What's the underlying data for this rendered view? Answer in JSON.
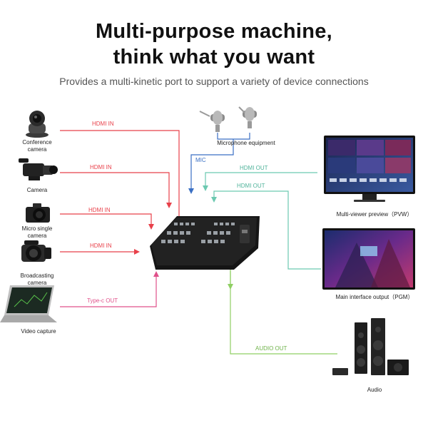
{
  "header": {
    "title_line1": "Multi-purpose machine,",
    "title_line2": "think what you want",
    "subtitle": "Provides a multi-kinetic port to support a variety of device connections"
  },
  "devices": {
    "conference_camera": "Conference\ncamera",
    "camera": "Camera",
    "micro_single_camera": "Micro single\ncamera",
    "broadcasting_camera": "Broadcasting\ncamera",
    "video_capture": "Video capture",
    "microphone": "Microphone equipment",
    "multiviewer": "Multi-viewer preview（PVW）",
    "main_output": "Main interface output（PGM）",
    "audio": "Audio"
  },
  "ports": {
    "hdmi_in_1": "HDMI IN",
    "hdmi_in_2": "HDMI IN",
    "hdmi_in_3": "HDMI IN",
    "hdmi_in_4": "HDMI IN",
    "typec_out": "Type-c OUT",
    "mic": "MIC",
    "hdmi_out_1": "HDMI OUT",
    "hdmi_out_2": "HDMI OUT",
    "audio_out": "AUDIO OUT"
  },
  "colors": {
    "hdmi_in": "#e8404a",
    "typec": "#e0508a",
    "mic": "#3a6fc4",
    "hdmi_out": "#6cc9b0",
    "audio_out": "#8fcf63"
  }
}
